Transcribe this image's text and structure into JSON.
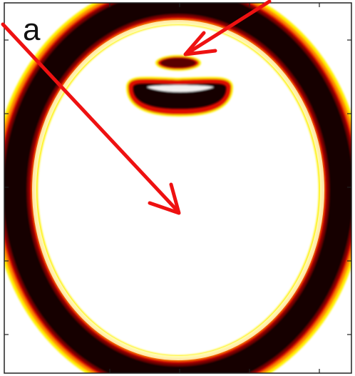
{
  "figure": {
    "panel_label": "a",
    "colors": {
      "background": "#ffffff",
      "frame": "#222222",
      "dark": "#120000",
      "dark_red": "#7a0000",
      "red": "#e01000",
      "orange": "#ff8a00",
      "yellow": "#fff200",
      "pale_yellow": "#ffffd8",
      "arrow": "#ee1111"
    },
    "description_icons": [
      "arrow-pointing-to-small-blob",
      "arrow-pointing-to-center"
    ]
  }
}
